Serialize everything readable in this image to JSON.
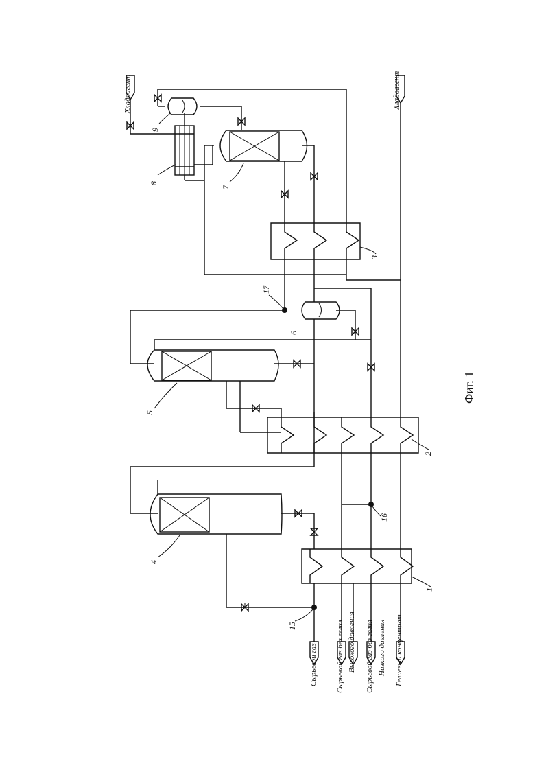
{
  "figure": {
    "caption": "Фиг. 1"
  },
  "streams": {
    "raw_gas_in": "Сырьевой газ",
    "raw_gas_no_helium": "Сырьевой газ без гелия",
    "high_pressure": "Высокого давления",
    "raw_gas_no_helium_2": "Сырьевой газ без гелия",
    "low_pressure": "Низкого давления",
    "helium_concentrate": "Гелиевый концентрат",
    "refrigerant_top": "Хладоагент",
    "refrigerant_right": "Хладоагент"
  },
  "equipment_numbers": {
    "hx1": "1",
    "hx2": "2",
    "hx3": "3",
    "col4": "4",
    "col5": "5",
    "sep6": "6",
    "col7": "7",
    "cond8": "8",
    "sep9": "9",
    "node15": "15",
    "node16": "16",
    "node17": "17"
  }
}
